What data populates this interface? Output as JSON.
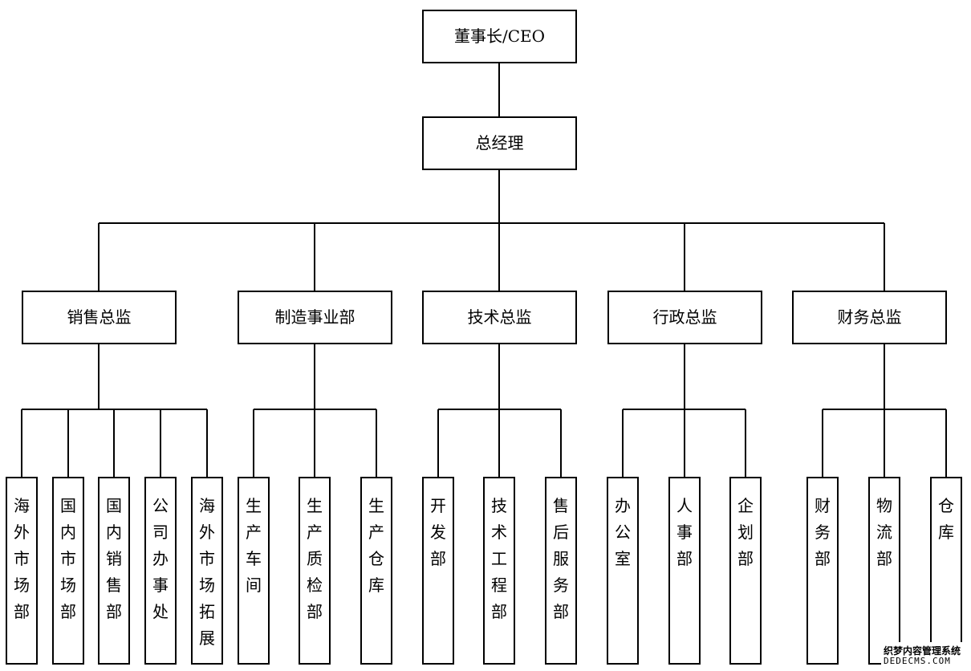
{
  "org": {
    "ceo": "董事长/CEO",
    "gm": "总经理",
    "divisions": [
      {
        "label": "销售总监",
        "units": [
          "海外市场部",
          "国内市场部",
          "国内销售部",
          "公司办事处",
          "海外市场拓展"
        ]
      },
      {
        "label": "制造事业部",
        "units": [
          "生产车间",
          "生产质检部",
          "生产仓库"
        ]
      },
      {
        "label": "技术总监",
        "units": [
          "开发部",
          "技术工程部",
          "售后服务部"
        ]
      },
      {
        "label": "行政总监",
        "units": [
          "办公室",
          "人事部",
          "企划部"
        ]
      },
      {
        "label": "财务总监",
        "units": [
          "财务部",
          "物流部",
          "仓库"
        ]
      }
    ]
  },
  "watermark": {
    "line1": "织梦内容管理系统",
    "line2": "DEDECMS.COM"
  },
  "colors": {
    "line": "#000000",
    "box_border": "#000000",
    "background": "#ffffff"
  }
}
